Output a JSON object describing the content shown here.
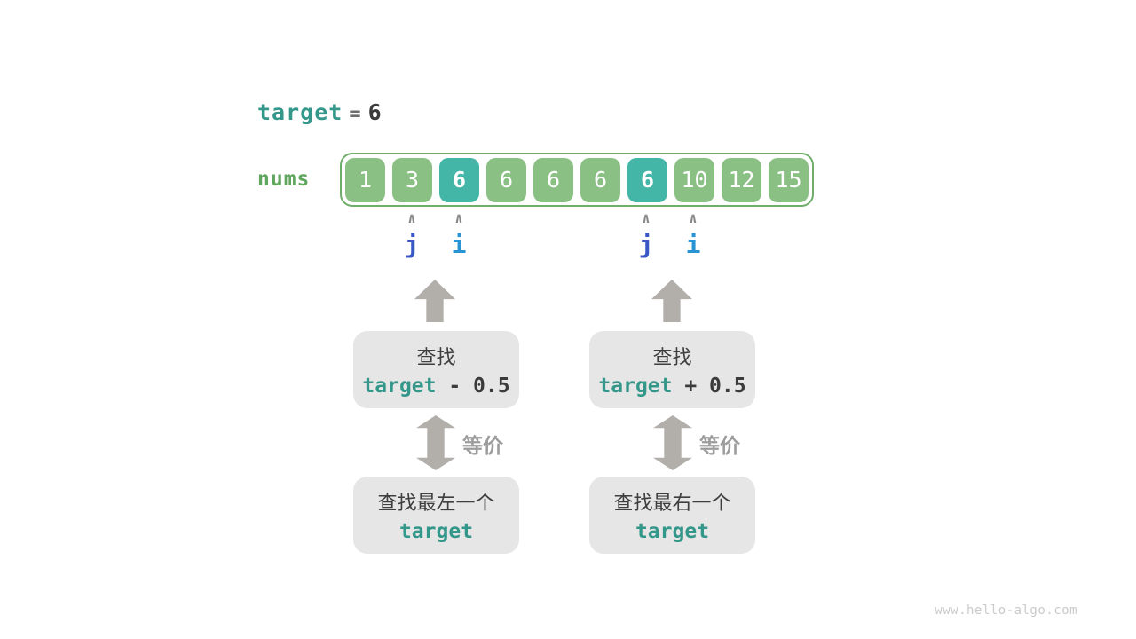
{
  "colors": {
    "teal_keyword": "#33978a",
    "green_label": "#61a65e",
    "cell_green": "#8bc084",
    "cell_teal_highlight": "#43b6a7",
    "array_border_green": "#70ad6a",
    "dark_text": "#3b3b3b",
    "arrow_gray": "#b2aeaa",
    "equiv_gray": "#9d9d9d",
    "pointer_j_blue": "#3a57c6",
    "pointer_i_blue": "#2994d4"
  },
  "target_line": {
    "var": "target",
    "eq": "=",
    "value": "6"
  },
  "array": {
    "label": "nums",
    "values": [
      "1",
      "3",
      "6",
      "6",
      "6",
      "6",
      "6",
      "10",
      "12",
      "15"
    ],
    "highlighted_indices": [
      2,
      6
    ]
  },
  "pointers": [
    {
      "caret": "∧",
      "label": "j"
    },
    {
      "caret": "∧",
      "label": "i"
    },
    {
      "caret": "∧",
      "label": "j"
    },
    {
      "caret": "∧",
      "label": "i"
    }
  ],
  "flows": [
    {
      "search": {
        "line1": "查找",
        "var": "target",
        "suffix": " - 0.5"
      },
      "equiv": "等价",
      "result": {
        "line1": "查找最左一个",
        "var": "target"
      }
    },
    {
      "search": {
        "line1": "查找",
        "var": "target",
        "suffix": " + 0.5"
      },
      "equiv": "等价",
      "result": {
        "line1": "查找最右一个",
        "var": "target"
      }
    }
  ],
  "watermark": "www.hello-algo.com"
}
